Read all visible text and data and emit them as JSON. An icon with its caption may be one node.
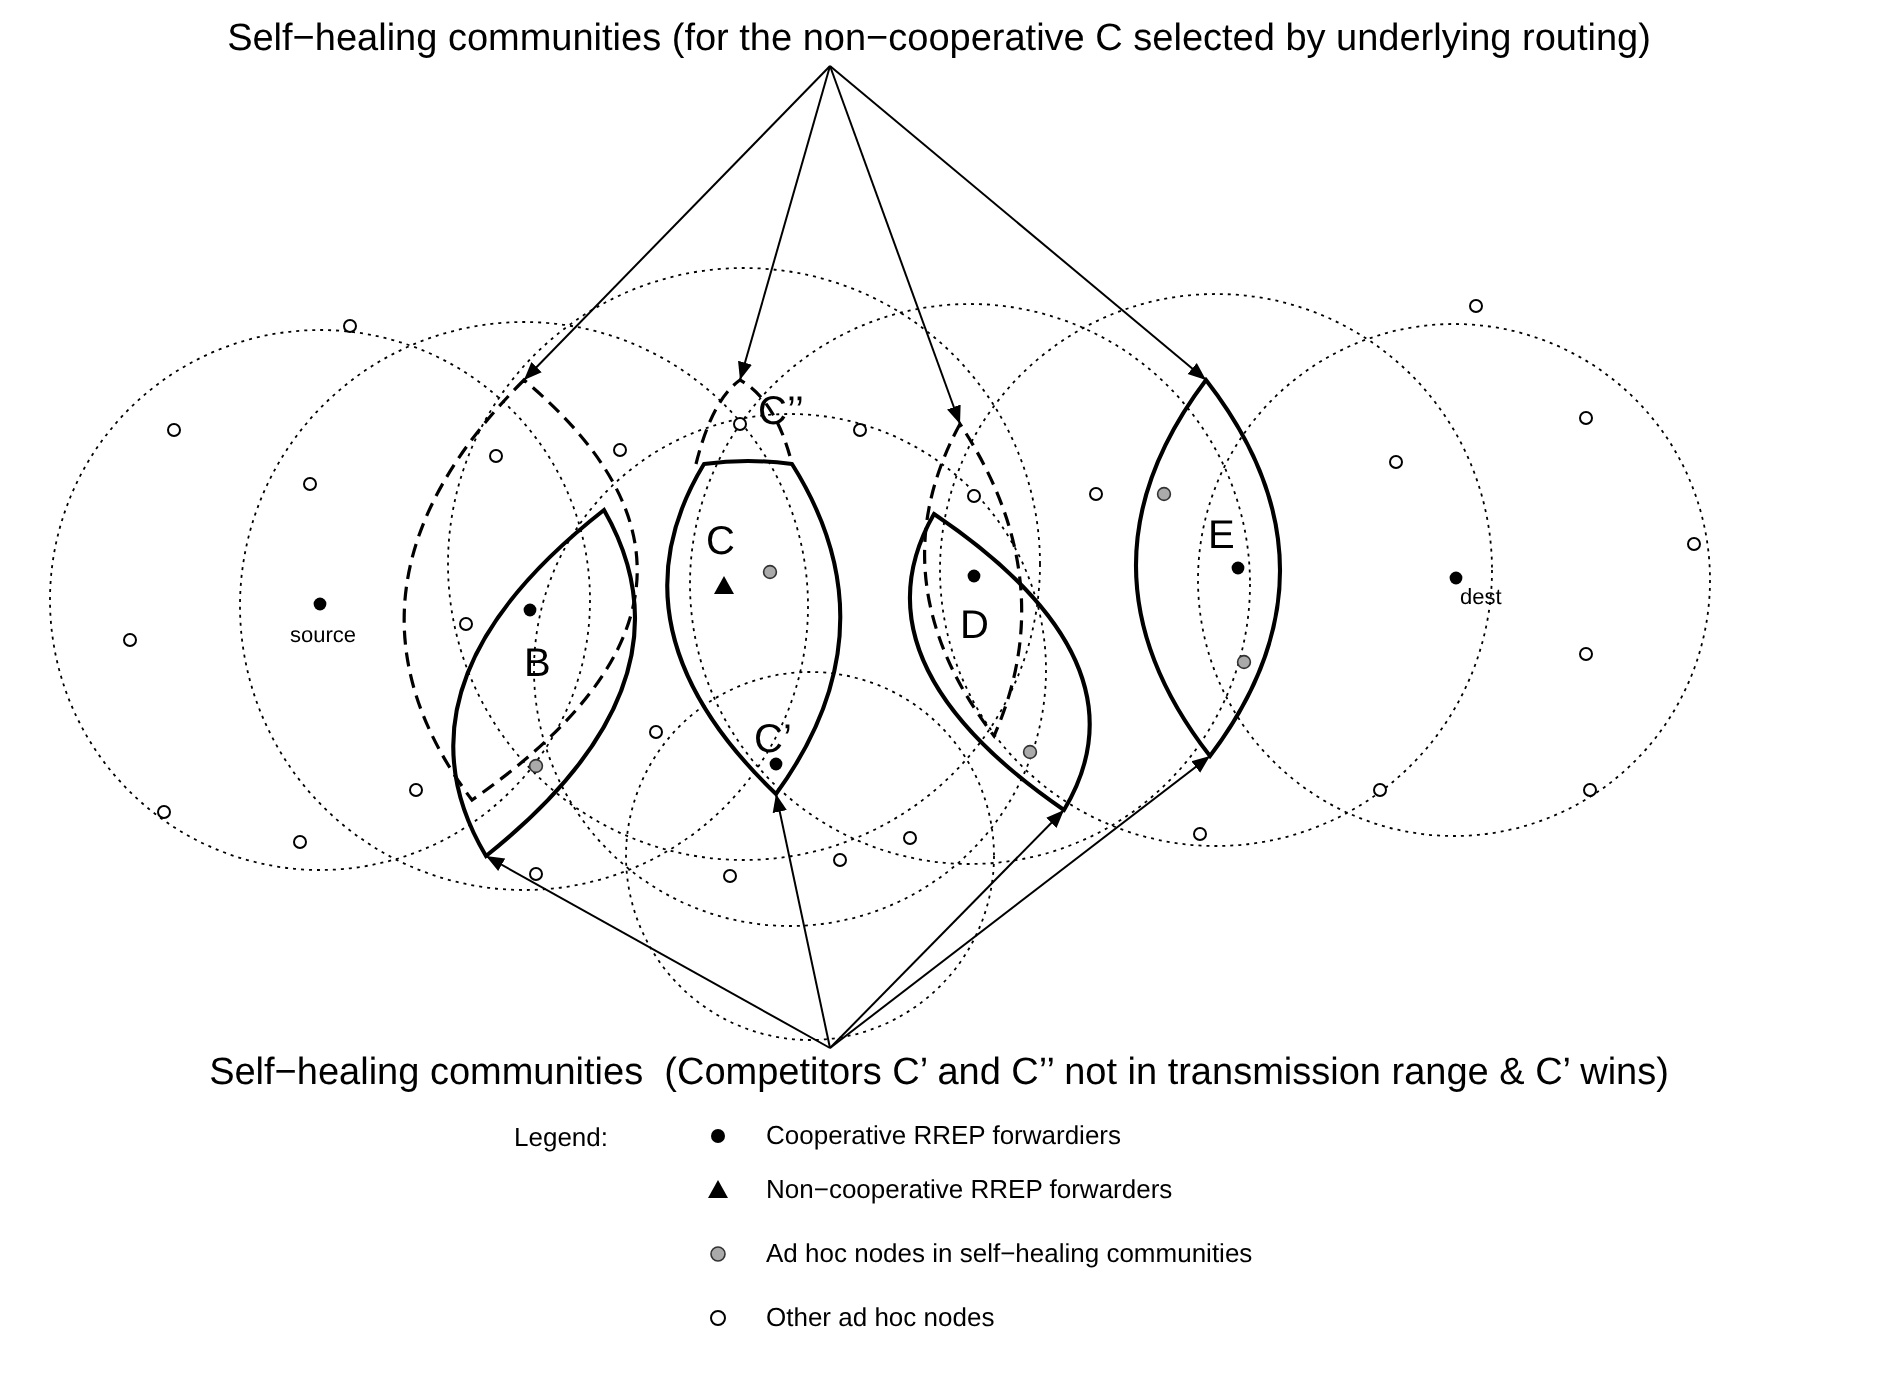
{
  "diagram": {
    "nodes": [
      {
        "text": [
          "Self−healing communities (for the non−cooperative C selected by underlying routing)"
        ]
      },
      {
        "text": [
          "Self−healing communities  (Competitors C’ and C’’ not in transmission range & C’ wins)"
        ]
      },
      {
        "text": [],
        "shape": "lens"
      },
      {
        "text": [],
        "shape": "lens"
      },
      {
        "text": [],
        "shape": "lens"
      },
      {
        "text": [],
        "shape": "lens"
      },
      {
        "text": [],
        "shape": "lens"
      },
      {
        "text": [],
        "shape": "lens"
      },
      {
        "text": [],
        "shape": "lens"
      }
    ],
    "edges": [
      {
        "from": 0,
        "to": 2,
        "arrow": "to"
      },
      {
        "from": 0,
        "to": 3,
        "arrow": "to"
      },
      {
        "from": 0,
        "to": 4,
        "arrow": "to"
      },
      {
        "from": 0,
        "to": 5,
        "arrow": "to"
      },
      {
        "from": 1,
        "to": 6,
        "arrow": "to"
      },
      {
        "from": 1,
        "to": 7,
        "arrow": "to"
      },
      {
        "from": 1,
        "to": 8,
        "arrow": "to"
      },
      {
        "from": 1,
        "to": 5,
        "arrow": "to"
      }
    ],
    "labels": [
      "C’’",
      "C",
      "source",
      "B",
      "D",
      "E",
      "dest",
      "C’",
      "Legend:"
    ],
    "legend": [
      {
        "text": "Cooperative RREP forwardiers"
      },
      {
        "text": "Non−cooperative RREP forwarders"
      },
      {
        "text": "Ad hoc nodes in self−healing communities"
      },
      {
        "text": "Other ad hoc nodes"
      }
    ]
  }
}
